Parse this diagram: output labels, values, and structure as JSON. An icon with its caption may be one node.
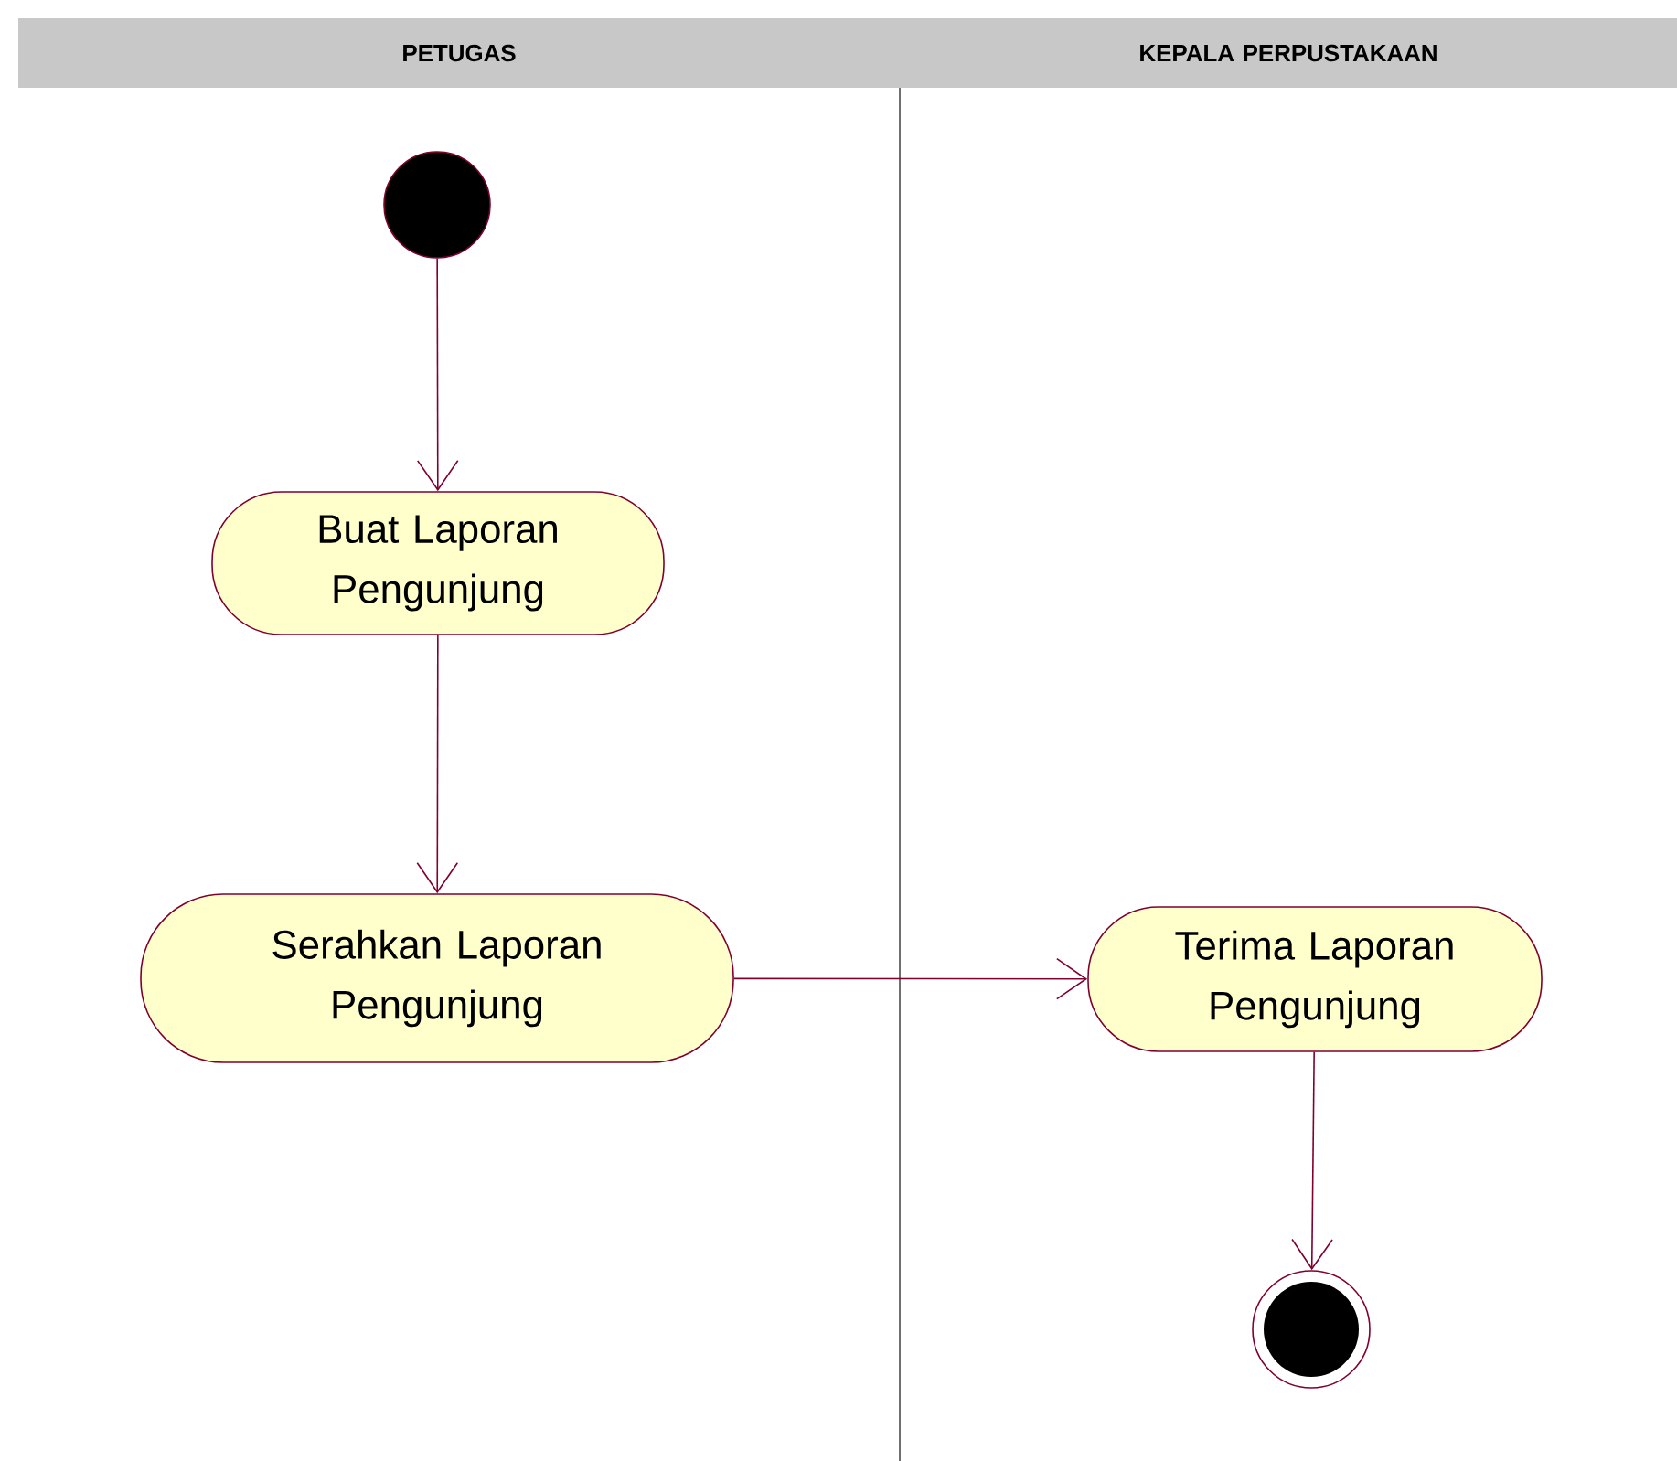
{
  "diagram": {
    "nodes": [
      {
        "text": [
          "PETUGAS"
        ]
      },
      {
        "text": [
          "KEPALA PERPUSTAKAAN"
        ]
      },
      {
        "text": [],
        "shape": "circle"
      },
      {
        "text": [
          "Buat Laporan Pengunjung"
        ]
      },
      {
        "text": [
          "Serahkan Laporan Pengunjung"
        ]
      },
      {
        "text": [
          "Terima Laporan Pengunjung"
        ]
      },
      {
        "text": [],
        "shape": "circle"
      }
    ],
    "edges": [
      {
        "from": 2,
        "to": 3,
        "arrow": "to"
      },
      {
        "from": 3,
        "to": 4,
        "arrow": "to"
      },
      {
        "from": 4,
        "to": 5,
        "arrow": "to"
      },
      {
        "from": 5,
        "to": 6,
        "arrow": "to"
      }
    ]
  }
}
